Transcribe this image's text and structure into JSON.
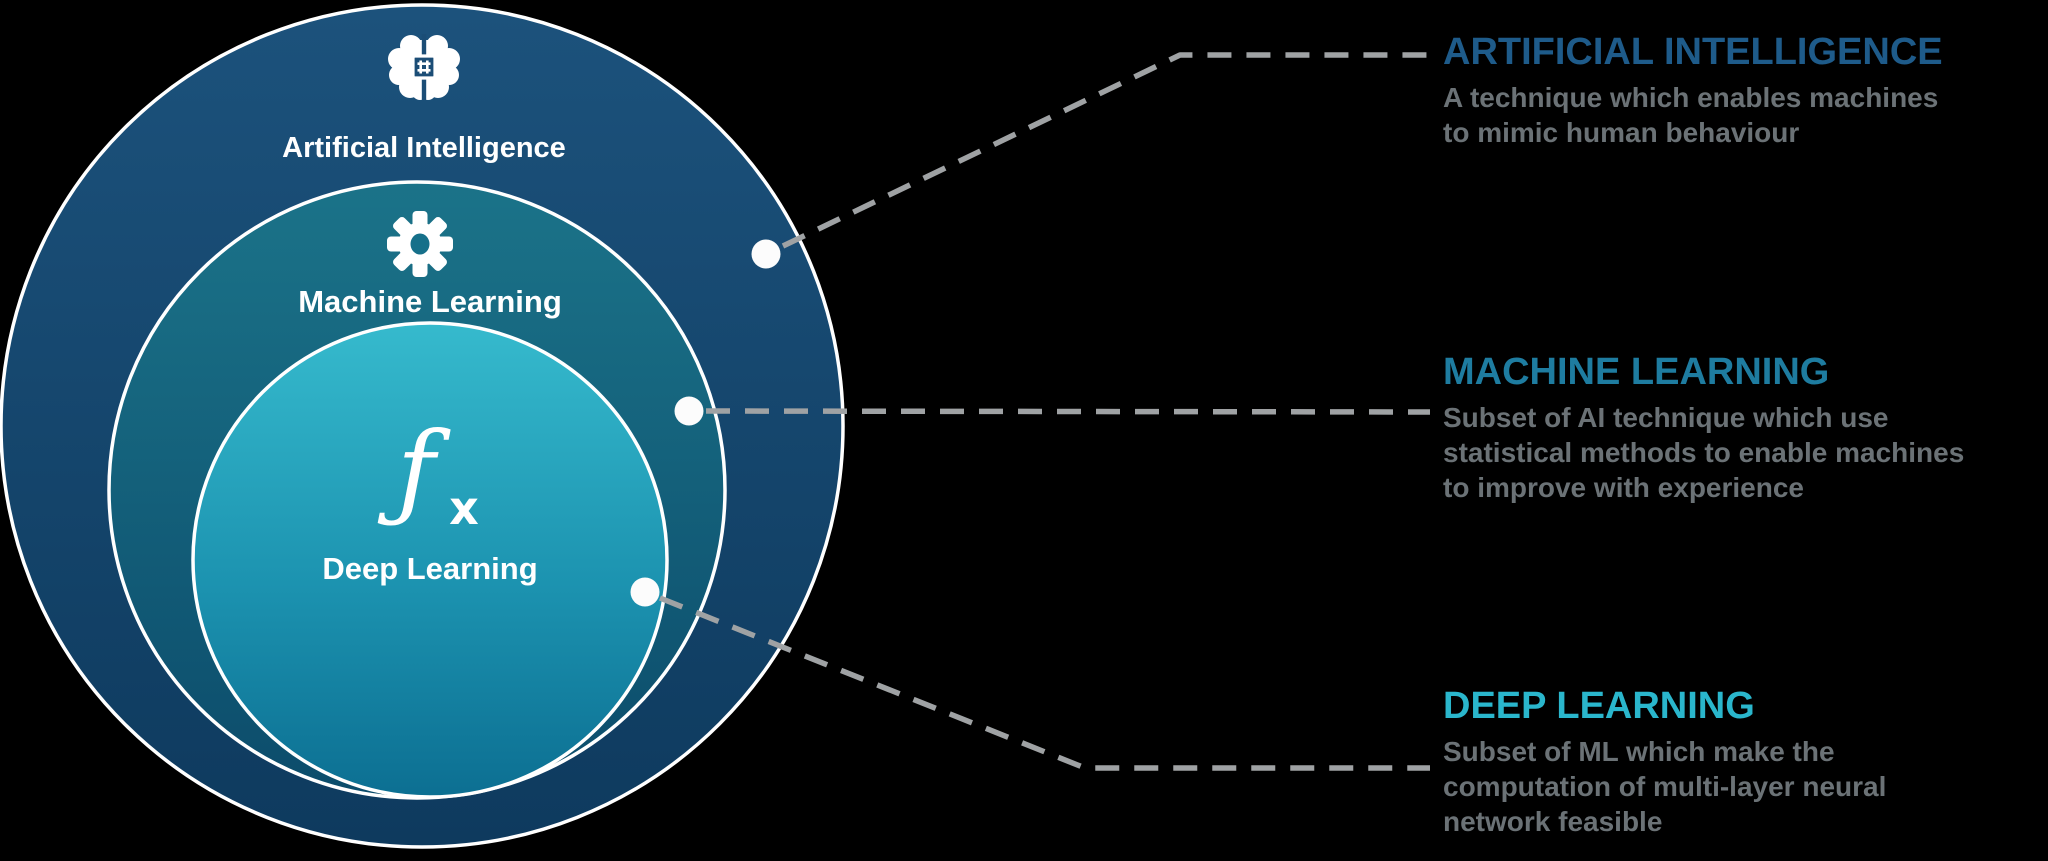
{
  "background_color": "#000000",
  "diagram": {
    "circles": [
      {
        "label": "Artificial Intelligence",
        "icon": "brain-chip-icon",
        "fill_top": "#1c527c",
        "fill_bottom": "#0e3a5e",
        "stroke": "#ffffff"
      },
      {
        "label": "Machine Learning",
        "icon": "gear-icon",
        "fill_top": "#1b7389",
        "fill_bottom": "#0c4c6b",
        "stroke": "#ffffff"
      },
      {
        "label": "Deep Learning",
        "icon": "fx-function-icon",
        "fill_top": "#36bacd",
        "fill_bottom": "#0c6f92",
        "stroke": "#ffffff"
      }
    ],
    "fx_icon": {
      "f": "ƒ",
      "x": "x"
    }
  },
  "annotations": [
    {
      "title": "ARTIFICIAL INTELLIGENCE",
      "title_color": "#1e5b8a",
      "description_lines": [
        "A technique which enables machines",
        "to mimic human behaviour"
      ]
    },
    {
      "title": "MACHINE LEARNING",
      "title_color": "#1e7ca0",
      "description_lines": [
        "Subset of AI technique which use",
        "statistical methods to enable machines",
        "to improve with experience"
      ]
    },
    {
      "title": "DEEP LEARNING",
      "title_color": "#2ab6cc",
      "description_lines": [
        "Subset of ML which make the",
        "computation of multi-layer neural",
        "network feasible"
      ]
    }
  ],
  "connector": {
    "dash_color": "#9fa2a4",
    "dot_color": "#fcfcfc"
  },
  "description_text_color": "#6b7276"
}
